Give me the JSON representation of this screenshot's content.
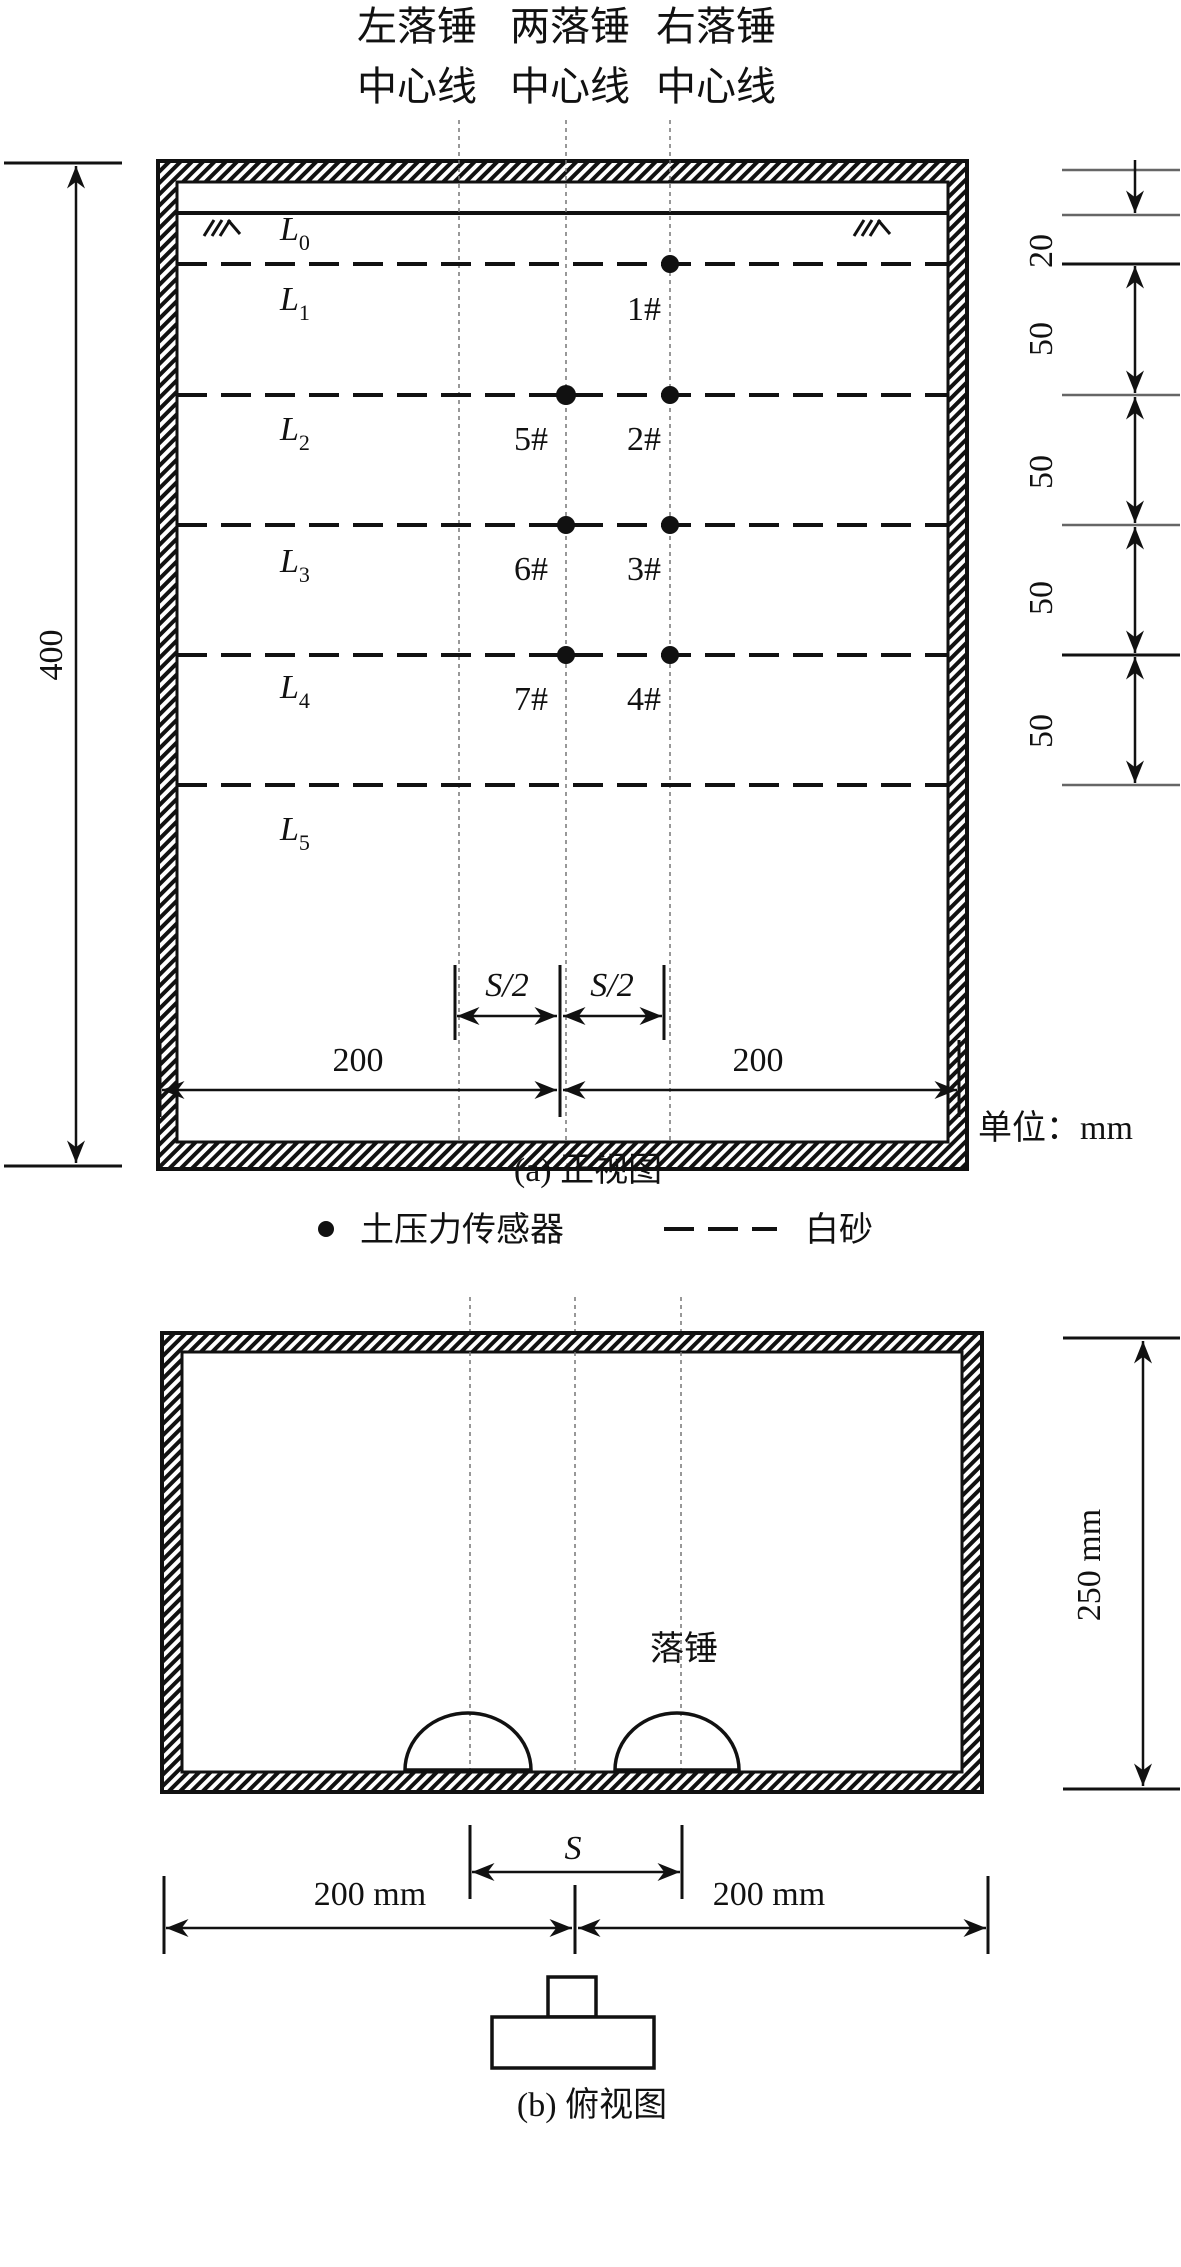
{
  "front_view": {
    "centerline_labels": [
      {
        "line1": "左落锤",
        "line2": "中心线"
      },
      {
        "line1": "两落锤",
        "line2": "中心线"
      },
      {
        "line1": "右落锤",
        "line2": "中心线"
      }
    ],
    "layers": [
      {
        "letter": "L",
        "sub": "0"
      },
      {
        "letter": "L",
        "sub": "1"
      },
      {
        "letter": "L",
        "sub": "2"
      },
      {
        "letter": "L",
        "sub": "3"
      },
      {
        "letter": "L",
        "sub": "4"
      },
      {
        "letter": "L",
        "sub": "5"
      }
    ],
    "sensors": [
      "1#",
      "2#",
      "3#",
      "4#",
      "5#",
      "6#",
      "7#"
    ],
    "height_dim": "400",
    "right_dims": [
      "20",
      "50",
      "50",
      "50",
      "50"
    ],
    "half_spacing": [
      "S/2",
      "S/2"
    ],
    "width_dims": [
      "200",
      "200"
    ],
    "unit": "单位：mm",
    "caption": "(a) 正视图"
  },
  "legend": {
    "sensor": "土压力传感器",
    "sand": "白砂"
  },
  "top_view": {
    "hammer_label": "落锤",
    "height_dim": "250 mm",
    "spacing": "S",
    "width_dims": [
      "200 mm",
      "200 mm"
    ],
    "caption": "(b) 俯视图"
  }
}
